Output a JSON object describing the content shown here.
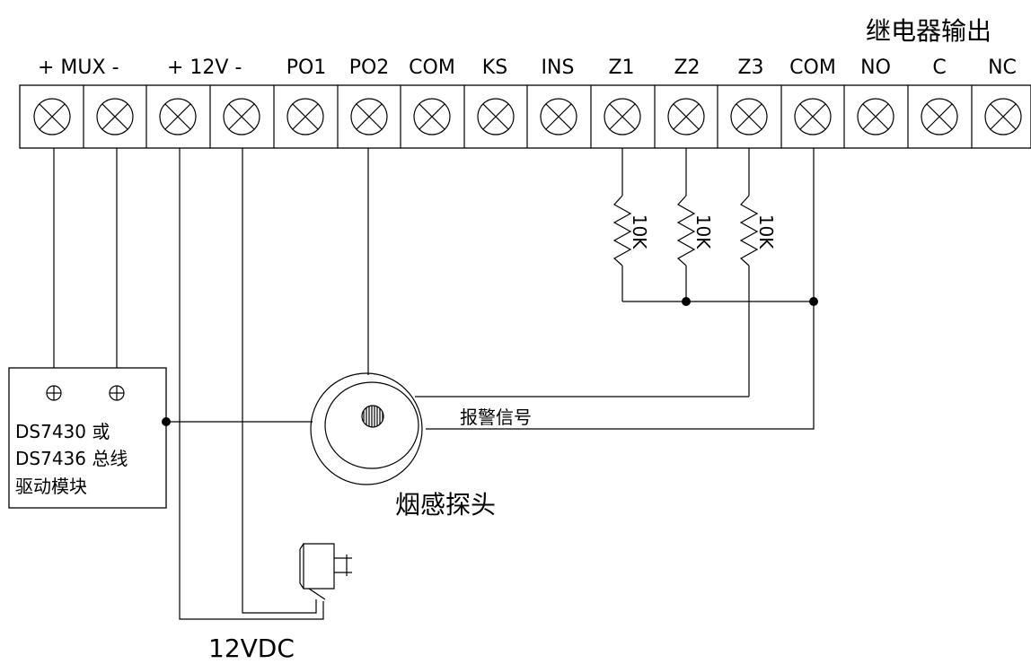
{
  "header": {
    "relay_output_label": "继电器输出"
  },
  "terminals": [
    {
      "label": "+ MUX -"
    },
    {
      "label": "+ 12V -"
    },
    {
      "label": "PO1"
    },
    {
      "label": "PO2"
    },
    {
      "label": "COM"
    },
    {
      "label": "KS"
    },
    {
      "label": "INS"
    },
    {
      "label": "Z1"
    },
    {
      "label": "Z2"
    },
    {
      "label": "Z3"
    },
    {
      "label": "COM"
    },
    {
      "label": "NO"
    },
    {
      "label": "C"
    },
    {
      "label": "NC"
    }
  ],
  "resistors": [
    {
      "label": "10K"
    },
    {
      "label": "10K"
    },
    {
      "label": "10K"
    }
  ],
  "module": {
    "line1": "DS7430 或",
    "line2": "DS7436 总线",
    "line3": "驱动模块"
  },
  "detector": {
    "label": "烟感探头",
    "signal_label": "报警信号"
  },
  "power": {
    "label": "12VDC"
  },
  "icons": {
    "terminal": "terminal-screw-icon",
    "detector": "smoke-detector-icon",
    "adapter": "power-adapter-icon",
    "resistor": "resistor-icon"
  }
}
